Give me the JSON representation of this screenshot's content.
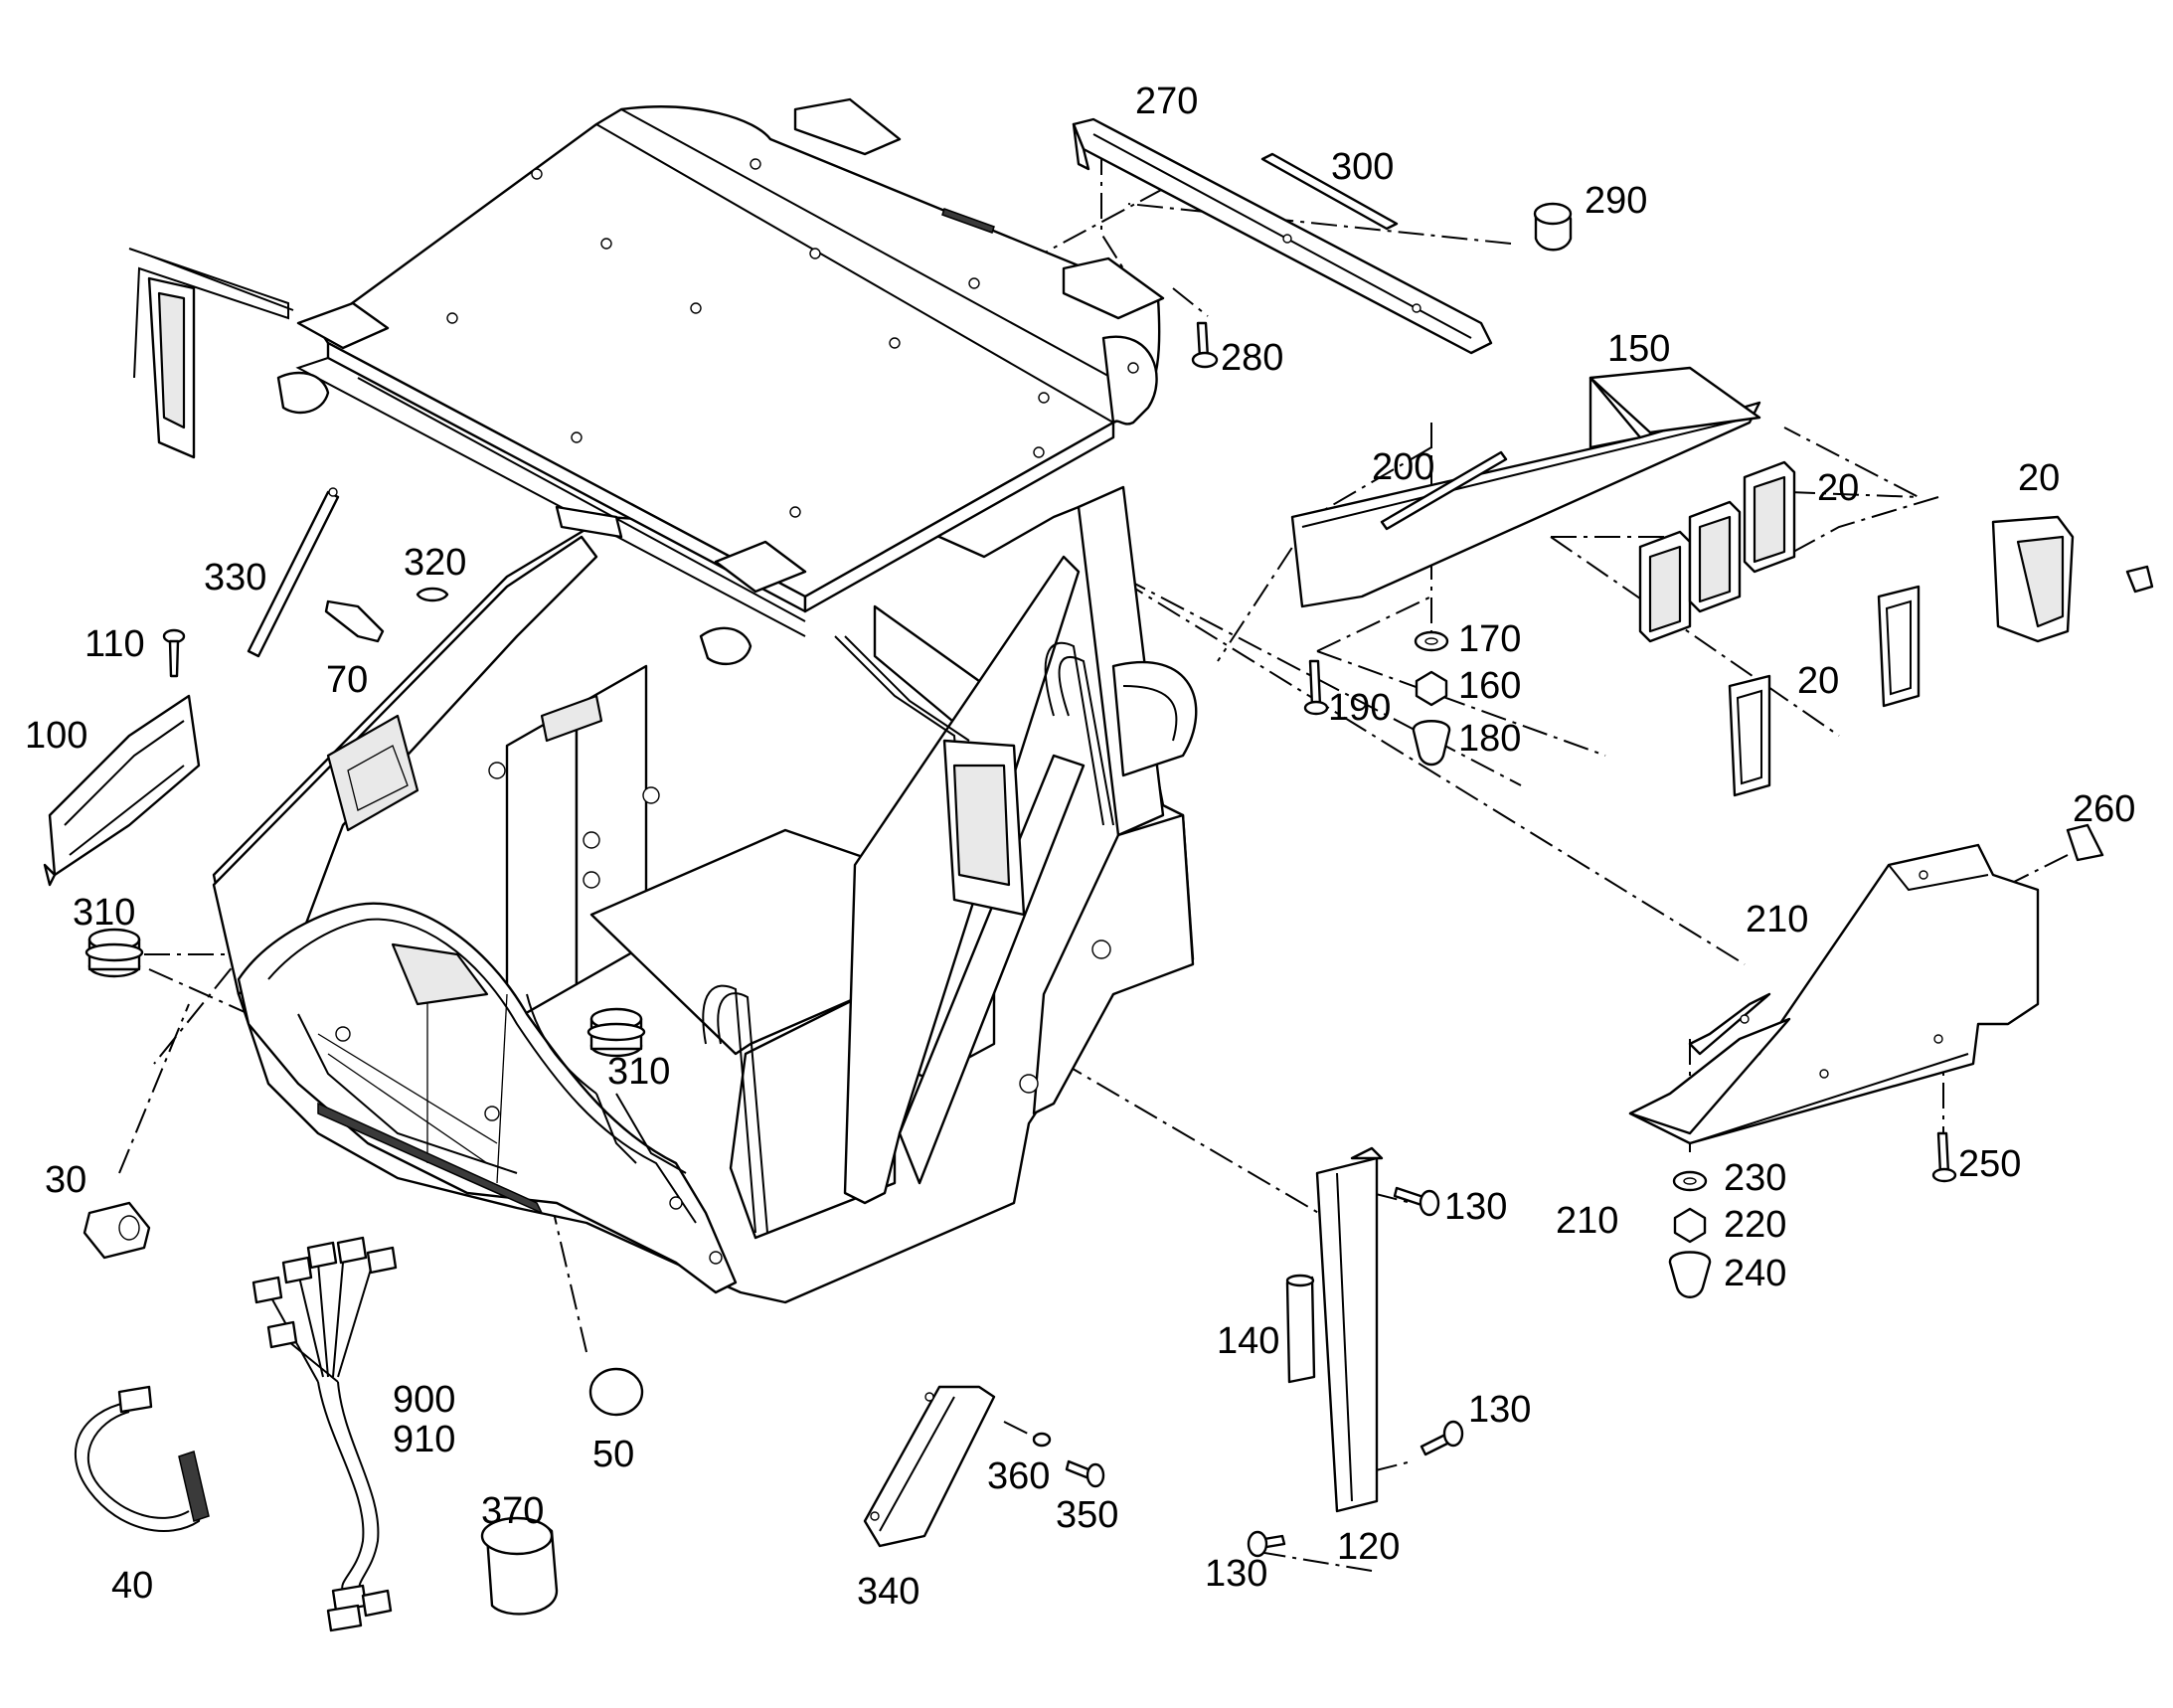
{
  "diagram": {
    "callouts": [
      {
        "id": "c270",
        "text": "270"
      },
      {
        "id": "c300",
        "text": "300"
      },
      {
        "id": "c290",
        "text": "290"
      },
      {
        "id": "c280",
        "text": "280"
      },
      {
        "id": "c150",
        "text": "150"
      },
      {
        "id": "c200",
        "text": "200"
      },
      {
        "id": "c20a",
        "text": "20"
      },
      {
        "id": "c20b",
        "text": "20"
      },
      {
        "id": "c20c",
        "text": "20"
      },
      {
        "id": "c170",
        "text": "170"
      },
      {
        "id": "c160",
        "text": "160"
      },
      {
        "id": "c180",
        "text": "180"
      },
      {
        "id": "c190",
        "text": "190"
      },
      {
        "id": "c330",
        "text": "330"
      },
      {
        "id": "c320",
        "text": "320"
      },
      {
        "id": "c70",
        "text": "70"
      },
      {
        "id": "c110",
        "text": "110"
      },
      {
        "id": "c100",
        "text": "100"
      },
      {
        "id": "c310a",
        "text": "310"
      },
      {
        "id": "c310b",
        "text": "310"
      },
      {
        "id": "c30",
        "text": "30"
      },
      {
        "id": "c260",
        "text": "260"
      },
      {
        "id": "c210a",
        "text": "210"
      },
      {
        "id": "c210b",
        "text": "210"
      },
      {
        "id": "c250",
        "text": "250"
      },
      {
        "id": "c230",
        "text": "230"
      },
      {
        "id": "c220",
        "text": "220"
      },
      {
        "id": "c240",
        "text": "240"
      },
      {
        "id": "c130a",
        "text": "130"
      },
      {
        "id": "c130b",
        "text": "130"
      },
      {
        "id": "c130c",
        "text": "130"
      },
      {
        "id": "c140",
        "text": "140"
      },
      {
        "id": "c120",
        "text": "120"
      },
      {
        "id": "c900",
        "text": "900"
      },
      {
        "id": "c910",
        "text": "910"
      },
      {
        "id": "c50",
        "text": "50"
      },
      {
        "id": "c40",
        "text": "40"
      },
      {
        "id": "c370",
        "text": "370"
      },
      {
        "id": "c340",
        "text": "340"
      },
      {
        "id": "c360",
        "text": "360"
      },
      {
        "id": "c350",
        "text": "350"
      }
    ]
  }
}
